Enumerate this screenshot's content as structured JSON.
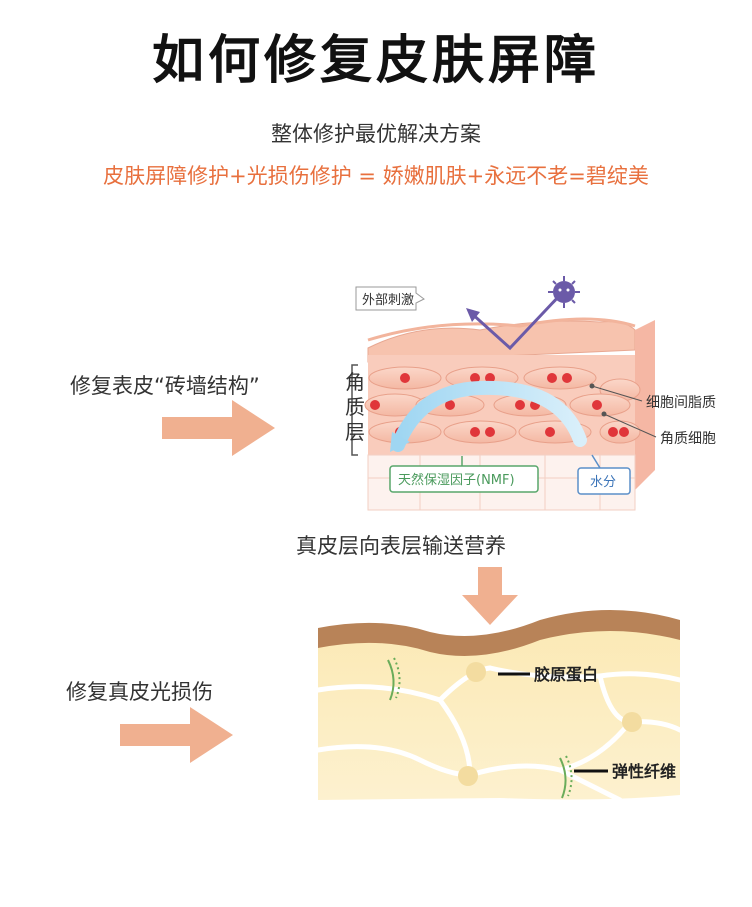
{
  "title": "如何修复皮肤屏障",
  "subtitle": "整体修护最优解决方案",
  "formula": "皮肤屏障修护+光损伤修护 = 娇嫩肌肤+永远不老=碧绽美",
  "section1": {
    "left_label": "修复表皮“砖墙结构”",
    "external_stimulus": "外部刺激",
    "stratum_corneum_chars": [
      "角",
      "质",
      "层"
    ],
    "intercellular_lipid": "细胞间脂质",
    "corneocyte": "角质细胞",
    "nmf": "天然保湿因子(NMF)",
    "water": "水分",
    "caption": "真皮层向表层输送营养"
  },
  "section2": {
    "left_label": "修复真皮光损伤",
    "collagen": "胶原蛋白",
    "elastin": "弹性纤维"
  },
  "colors": {
    "accent": "#e8703e",
    "arrow": "#f0b090",
    "virus": "#6b5aa8",
    "cell_red": "#e0363a"
  }
}
